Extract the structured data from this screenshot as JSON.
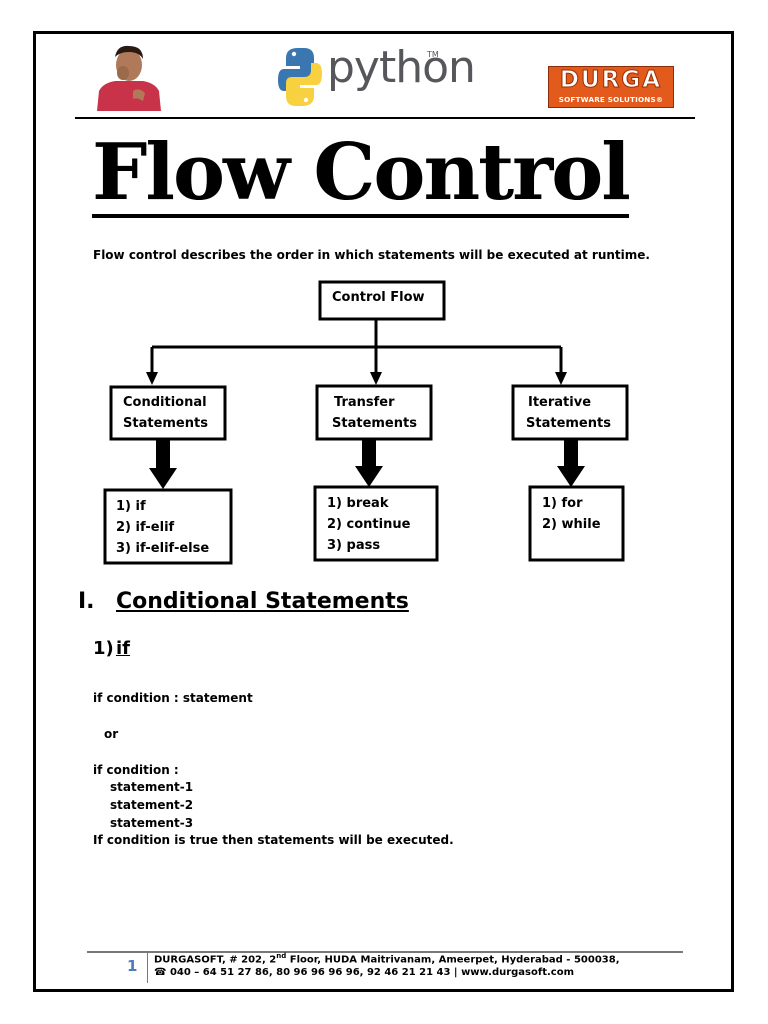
{
  "header": {
    "python_logo_text": "python",
    "python_tm": "TM",
    "durga_logo_text": "DURGA",
    "durga_logo_subtitle": "SOFTWARE SOLUTIONS®"
  },
  "title": "Flow Control",
  "intro": "Flow control describes the order in which statements will be executed at runtime.",
  "diagram": {
    "root": "Control Flow",
    "branches": [
      {
        "label_line1": "Conditional",
        "label_line2": "Statements",
        "items": [
          "1)  if",
          "2)  if-elif",
          "3)  if-elif-else"
        ]
      },
      {
        "label_line1": "Transfer",
        "label_line2": "Statements",
        "items": [
          "1)  break",
          "2)  continue",
          "3)  pass"
        ]
      },
      {
        "label_line1": "Iterative",
        "label_line2": "Statements",
        "items": [
          "1)  for",
          "2)  while"
        ]
      }
    ]
  },
  "section": {
    "number": "I.",
    "title": "Conditional Statements",
    "sub_number": "1)",
    "sub_title": "if",
    "lines": [
      "if condition : statement",
      "or",
      "if condition :",
      "statement-1",
      "statement-2",
      "statement-3",
      "If condition is true then statements will be executed."
    ]
  },
  "footer": {
    "page_number": "1",
    "address_pre": "DURGASOFT, # 202, 2",
    "address_sup": "nd",
    "address_post": " Floor, HUDA Maitrivanam, Ameerpet, Hyderabad - 500038,",
    "contact": "☎ 040 – 64 51 27 86, 80 96 96 96 96, 92 46 21 21 43 | www.durgasoft.com"
  }
}
